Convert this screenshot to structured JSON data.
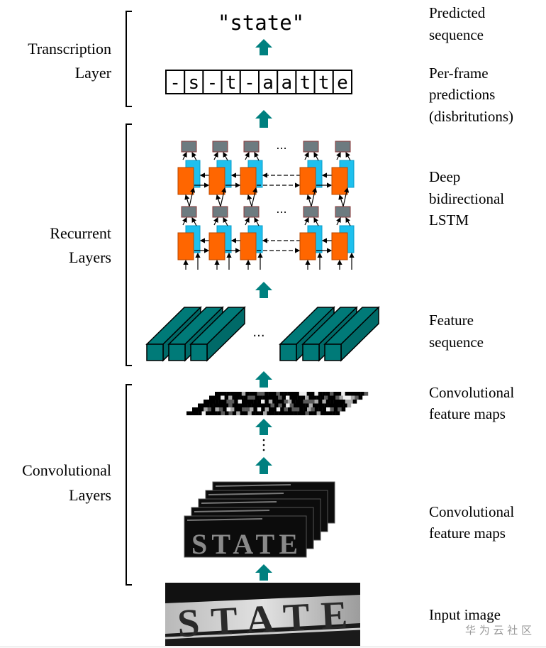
{
  "colors": {
    "arrow": "#00807f",
    "lstm_forward": "#ff6600",
    "lstm_backward": "#1ec0ee",
    "lstm_output": "#6d7b80",
    "feature_bar": "#007a78"
  },
  "left_labels": {
    "transcription": [
      "Transcription",
      "Layer"
    ],
    "recurrent": [
      "Recurrent",
      "Layers"
    ],
    "convolutional": [
      "Convolutional",
      "Layers"
    ]
  },
  "right_labels": {
    "predicted": [
      "Predicted",
      "sequence"
    ],
    "per_frame": [
      "Per-frame",
      "predictions",
      "(disbritutions)"
    ],
    "lstm": [
      "Deep",
      "bidirectional",
      "LSTM"
    ],
    "feature_seq": [
      "Feature",
      "sequence"
    ],
    "conv_maps_top": [
      "Convolutional",
      "feature maps"
    ],
    "conv_maps_bottom": [
      "Convolutional",
      "feature maps"
    ],
    "input": [
      "Input image"
    ]
  },
  "predicted_sequence": "\"state\"",
  "frame_predictions": [
    "-",
    "s",
    "-",
    "t",
    "-",
    "a",
    "a",
    "t",
    "t",
    "e"
  ],
  "ellipsis": "...",
  "input_image_text": "STATE",
  "watermark": "华 为 云 社 区"
}
